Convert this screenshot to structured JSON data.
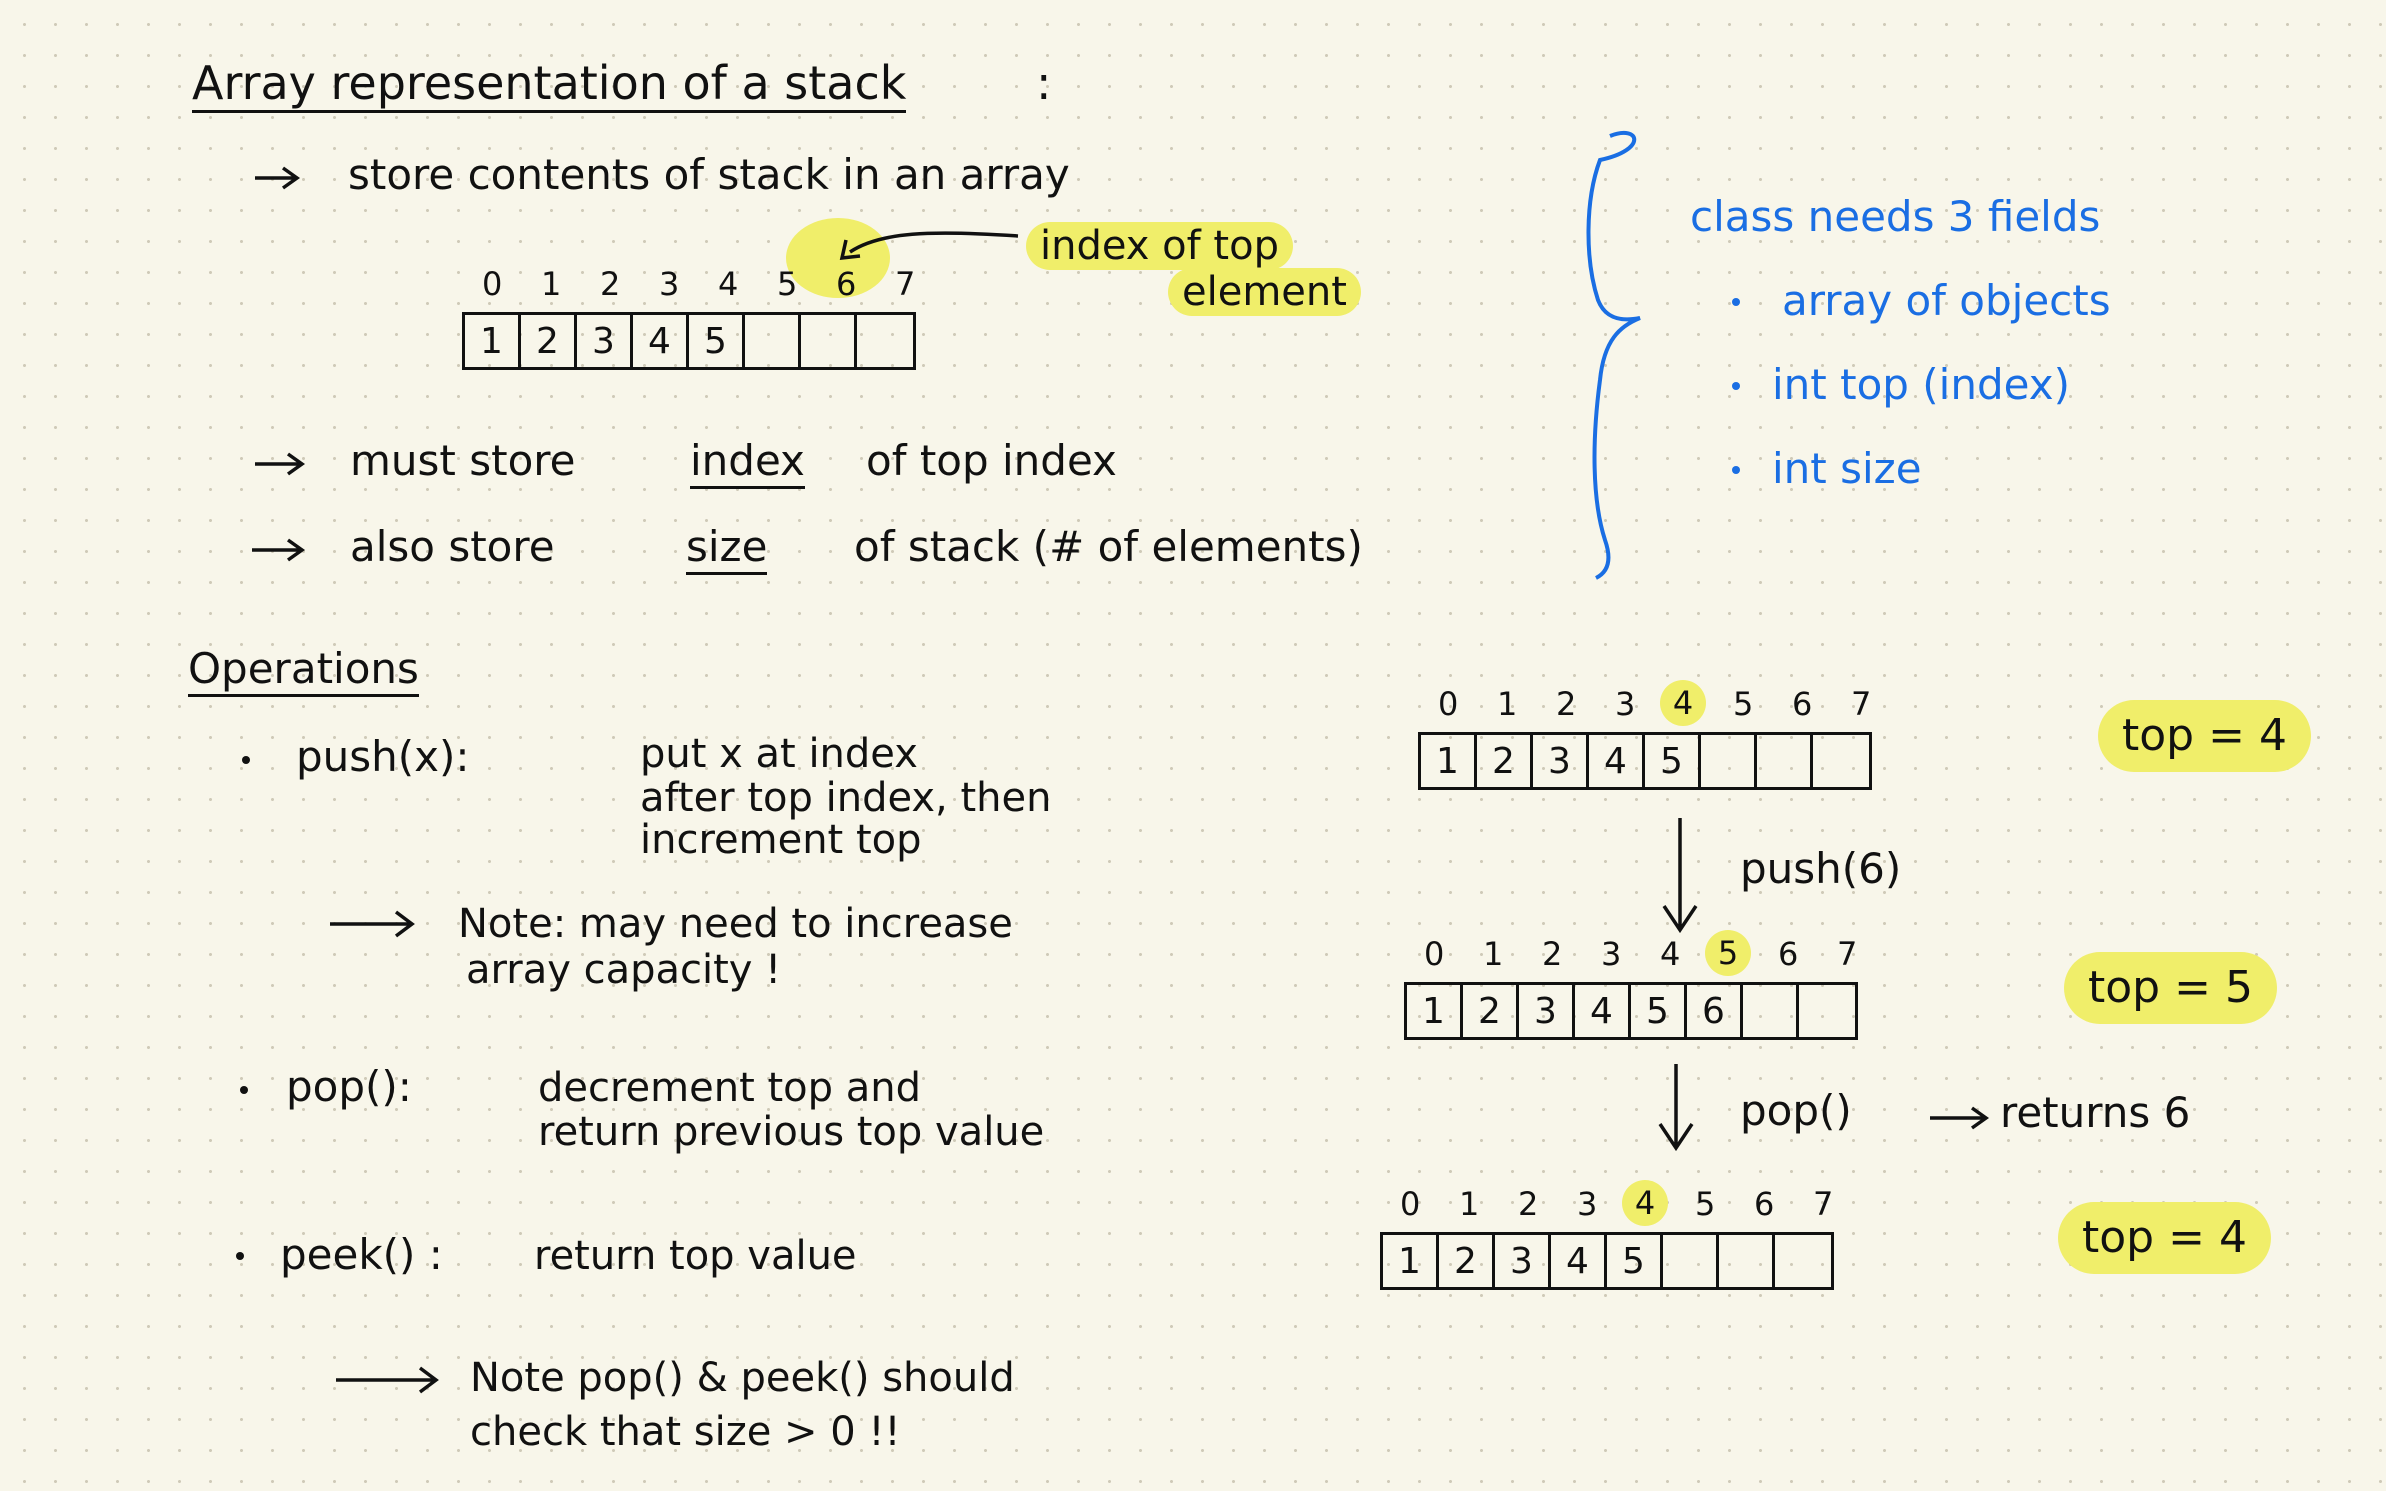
{
  "heading": "Array representation of a stack",
  "heading_colon": ":",
  "bullets": {
    "store_contents": "store contents of stack in an array",
    "must_store_prefix": "must store",
    "must_store_index_word": "index",
    "must_store_suffix": "of top index",
    "also_store_prefix": "also store",
    "also_store_size_word": "size",
    "also_store_suffix": "of stack (# of elements)"
  },
  "top_annotation": {
    "line1": "index of top",
    "line2": "element"
  },
  "class_note": {
    "title": "class needs 3 fields",
    "fields": [
      "array of objects",
      "int top (index)",
      "int size"
    ]
  },
  "operations": {
    "heading": "Operations",
    "push_name": "push(x):",
    "push_desc": [
      "put x at index",
      "after top index, then",
      "increment top"
    ],
    "push_note": [
      "Note: may need to increase",
      "array capacity !"
    ],
    "pop_name": "pop():",
    "pop_desc": [
      "decrement top and",
      "return previous top value"
    ],
    "peek_name": "peek() :",
    "peek_desc": "return top value",
    "final_note": [
      "Note pop() & peek() should",
      "check that size > 0 !!"
    ]
  },
  "arrays": {
    "indices": [
      "0",
      "1",
      "2",
      "3",
      "4",
      "5",
      "6",
      "7"
    ],
    "initial": [
      "1",
      "2",
      "3",
      "4",
      "5",
      "",
      "",
      ""
    ],
    "after_push": [
      "1",
      "2",
      "3",
      "4",
      "5",
      "6",
      "",
      ""
    ],
    "after_pop": [
      "1",
      "2",
      "3",
      "4",
      "5",
      "",
      "",
      ""
    ],
    "top_before": 4,
    "top_after_push": 5,
    "top_after_pop": 4
  },
  "transitions": {
    "push_label": "push(6)",
    "pop_label": "pop()",
    "pop_returns": "returns 6"
  },
  "top_labels": [
    "top = 4",
    "top = 5",
    "top = 4"
  ],
  "colors": {
    "ink": "#111111",
    "blue": "#1a6ee3",
    "highlight": "#f0ee6a",
    "paper": "#f8f6ea"
  }
}
